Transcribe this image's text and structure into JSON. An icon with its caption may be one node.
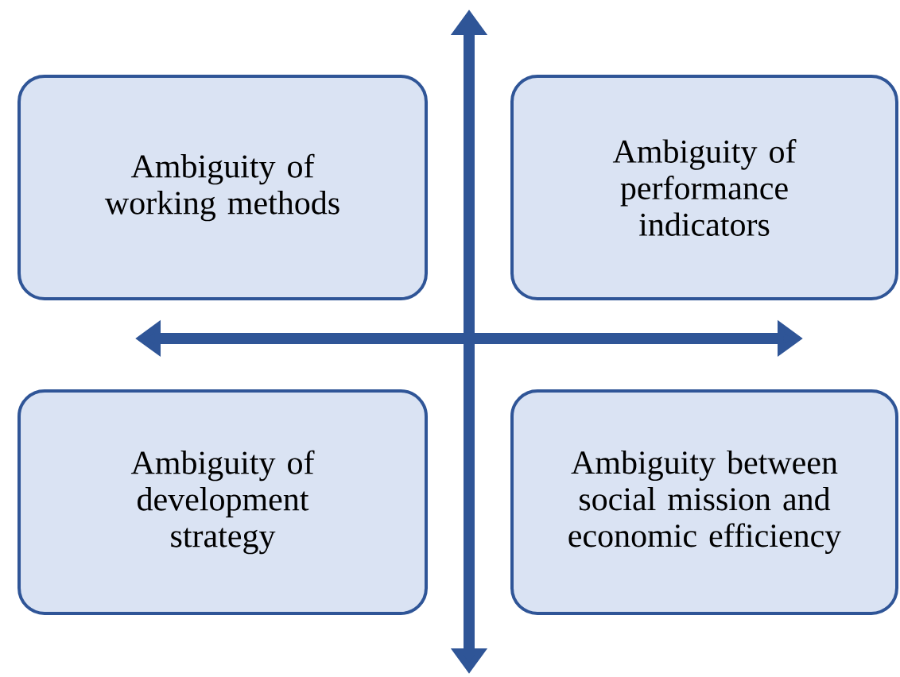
{
  "diagram": {
    "nodes": [
      {
        "text": [
          "Ambiguity of working methods"
        ]
      },
      {
        "text": [
          "Ambiguity of performance indicators"
        ]
      },
      {
        "text": [
          "Ambiguity of development strategy"
        ]
      },
      {
        "text": [
          "Ambiguity between social mission and economic efficiency"
        ]
      }
    ]
  }
}
